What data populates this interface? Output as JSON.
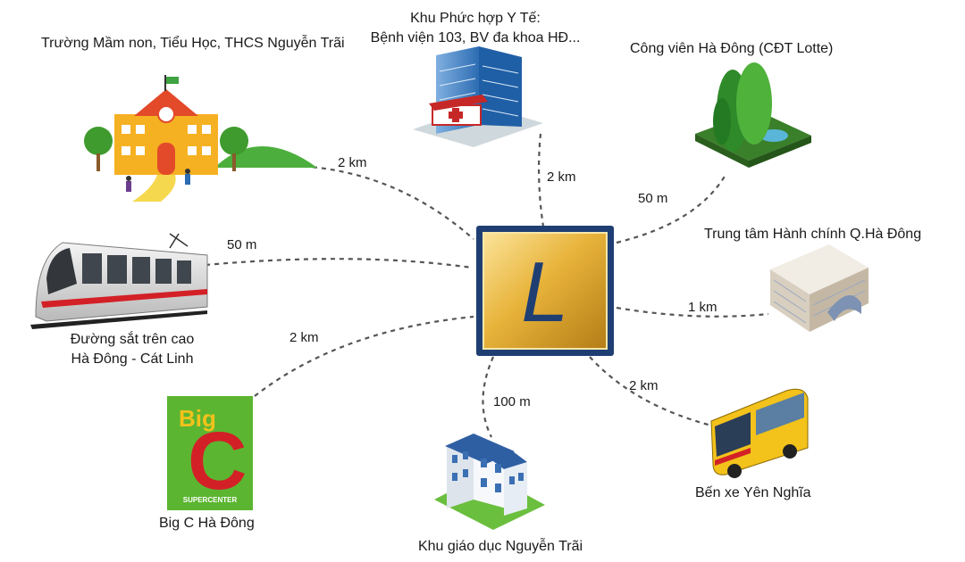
{
  "center": {
    "logo_letter": "L",
    "gold": "#e8b33a",
    "frame": "#1f3f73"
  },
  "nodes": {
    "school": {
      "label": "Trường Mầm non, Tiểu Học, THCS Nguyễn Trãi",
      "distance": "2 km"
    },
    "hospital": {
      "line1": "Khu Phức hợp Y Tế:",
      "line2": "Bệnh viện 103, BV đa khoa HĐ...",
      "distance": "2 km"
    },
    "park": {
      "label": "Công viên Hà Đông (CĐT Lotte)",
      "distance": "50 m"
    },
    "admin": {
      "label": "Trung tâm Hành chính Q.Hà Đông",
      "distance": "1 km"
    },
    "rail": {
      "line1": "Đường sắt trên cao",
      "line2": "Hà Đông - Cát Linh",
      "distance": "50 m"
    },
    "bigc": {
      "label": "Big C Hà Đông",
      "distance": "2 km",
      "logo_word": "Big",
      "logo_letter": "C",
      "logo_sub": "SUPERCENTER"
    },
    "edu": {
      "label": "Khu giáo dục Nguyễn Trãi",
      "distance": "100 m"
    },
    "bus": {
      "label": "Bến xe Yên Nghĩa",
      "distance": "2 km"
    }
  },
  "colors": {
    "connector": "#555555",
    "bigc_green": "#5cb531",
    "bigc_red": "#d32027",
    "bus_yellow": "#f3c21b",
    "tree_green": "#3f9b2e"
  }
}
